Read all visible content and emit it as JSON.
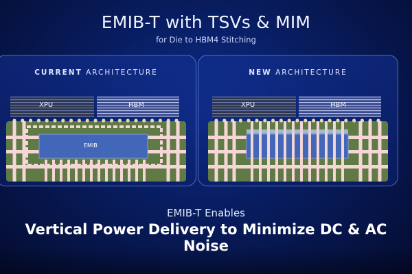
{
  "slide": {
    "title": "EMIB-T with TSVs & MIM",
    "subtitle": "for Die to HBM4 Stitching",
    "footer_line1": "EMIB-T Enables",
    "footer_line2": "Vertical Power Delivery to Minimize DC & AC Noise"
  },
  "current": {
    "label_bold": "CURRENT",
    "label_rest": " ARCHITECTURE",
    "xpu": "XPU",
    "hbm": "HBM",
    "bridge": "EMIB"
  },
  "new": {
    "label_bold": "NEW",
    "label_rest": " ARCHITECTURE",
    "xpu": "XPU",
    "hbm": "HBM"
  },
  "colors": {
    "substrate": "#5a7a3e",
    "bridge": "#3a5fb0",
    "die": "#2a3550",
    "power_path": "#f0c8c8"
  }
}
